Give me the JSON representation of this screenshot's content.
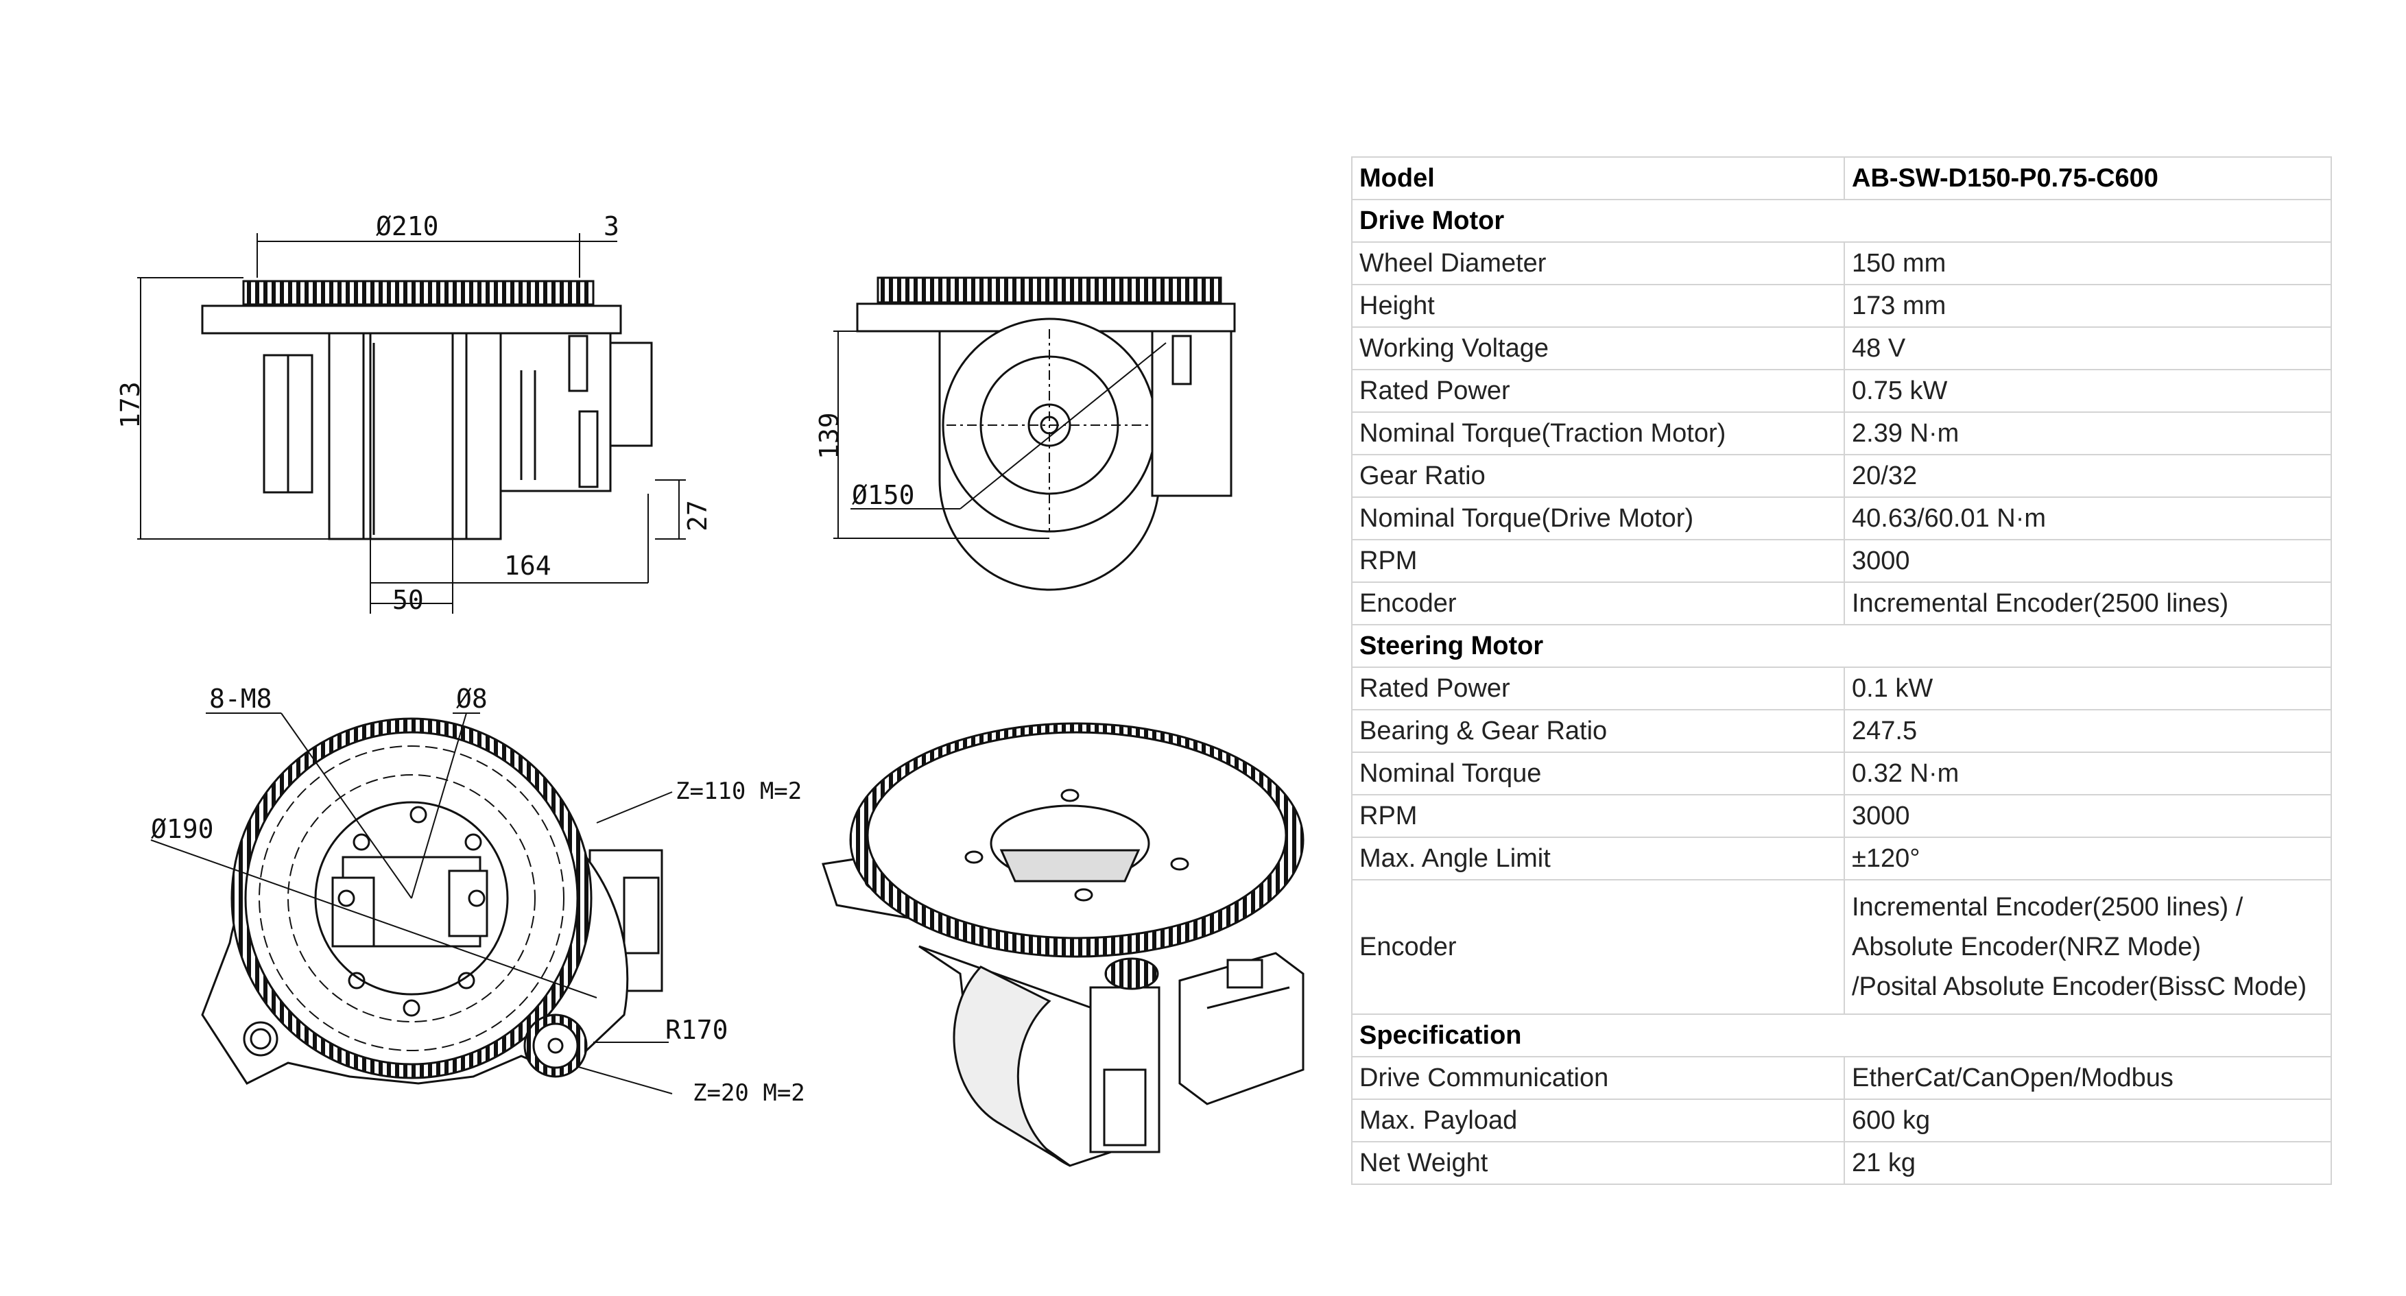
{
  "drawing_labels": {
    "side_dia_210": "Ø210",
    "side_3": "3",
    "side_173": "173",
    "side_27": "27",
    "side_164": "164",
    "side_50": "50",
    "front_139": "139",
    "front_dia_150": "Ø150",
    "top_8m8": "8-M8",
    "top_dia_8": "Ø8",
    "top_dia_190": "Ø190",
    "top_z110": "Z=110  M=2",
    "top_r170": "R170",
    "top_z20": "Z=20  M=2"
  },
  "table": {
    "header": {
      "label": "Model",
      "value": "AB-SW-D150-P0.75-C600"
    },
    "drive_motor": {
      "title": "Drive Motor",
      "rows": [
        {
          "label": "Wheel Diameter",
          "value": "150 mm"
        },
        {
          "label": "Height",
          "value": "173 mm"
        },
        {
          "label": "Working Voltage",
          "value": "48 V"
        },
        {
          "label": "Rated Power",
          "value": "0.75 kW"
        },
        {
          "label": "Nominal Torque(Traction Motor)",
          "value": "2.39 N·m"
        },
        {
          "label": "Gear Ratio",
          "value": "20/32"
        },
        {
          "label": "Nominal Torque(Drive Motor)",
          "value": "40.63/60.01 N·m"
        },
        {
          "label": "RPM",
          "value": "3000"
        },
        {
          "label": "Encoder",
          "value": "Incremental Encoder(2500 lines)"
        }
      ]
    },
    "steering_motor": {
      "title": "Steering Motor",
      "rows": [
        {
          "label": "Rated Power",
          "value": "0.1 kW"
        },
        {
          "label": "Bearing & Gear Ratio",
          "value": "247.5"
        },
        {
          "label": "Nominal Torque",
          "value": "0.32 N·m"
        },
        {
          "label": "RPM",
          "value": "3000"
        },
        {
          "label": "Max. Angle Limit",
          "value": "±120°"
        }
      ],
      "encoder": {
        "label": "Encoder",
        "lines": [
          "Incremental Encoder(2500 lines) /",
          "Absolute Encoder(NRZ Mode)",
          "/Posital Absolute Encoder(BissC Mode)"
        ]
      }
    },
    "specification": {
      "title": "Specification",
      "rows": [
        {
          "label": "Drive Communication",
          "value": "EtherCat/CanOpen/Modbus"
        },
        {
          "label": "Max. Payload",
          "value": "600 kg"
        },
        {
          "label": "Net Weight",
          "value": "21 kg"
        }
      ]
    }
  }
}
